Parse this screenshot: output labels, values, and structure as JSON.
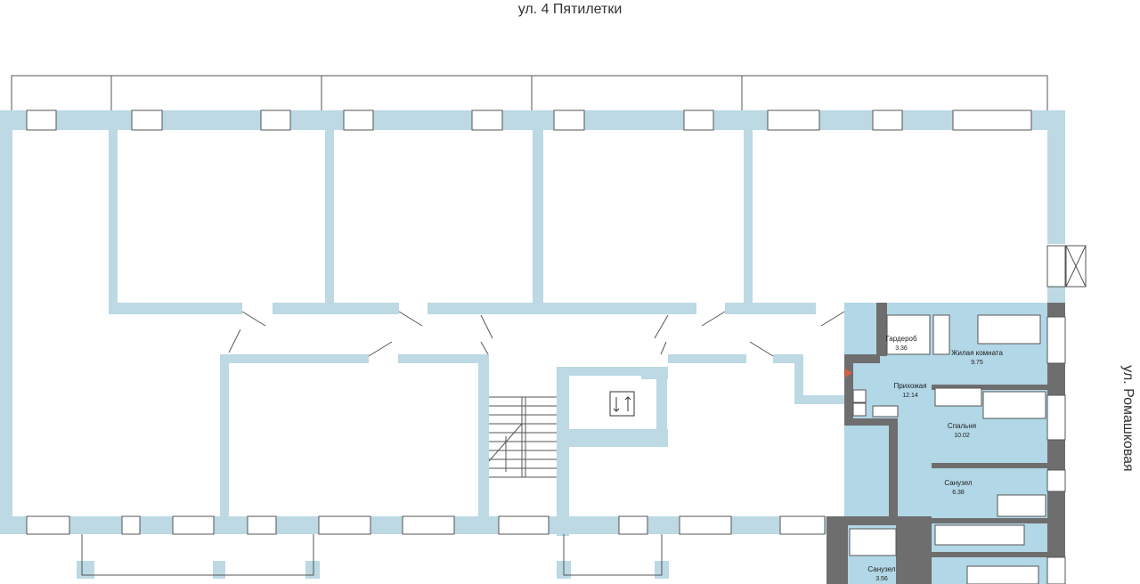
{
  "streets": {
    "top": "ул. 4 Пятилетки",
    "right": "ул. Ромашковая"
  },
  "colors": {
    "wall": "#bcd9e4",
    "apartment_floor": "#b2d7e6",
    "dark_wall": "#6e6e6e",
    "line": "#555555"
  },
  "rooms": [
    {
      "name": "Гардероб",
      "area": "3.36"
    },
    {
      "name": "Жилая комната",
      "area": "9.75"
    },
    {
      "name": "Прихожая",
      "area": "12.14"
    },
    {
      "name": "Спальня",
      "area": "10.02"
    },
    {
      "name": "Санузел",
      "area": "6.38"
    },
    {
      "name": "Санузел",
      "area": "3.56"
    }
  ],
  "icons": [
    "elevator-icon",
    "staircase-icon",
    "entrance-marker-icon",
    "ventilation-shaft-icon"
  ]
}
